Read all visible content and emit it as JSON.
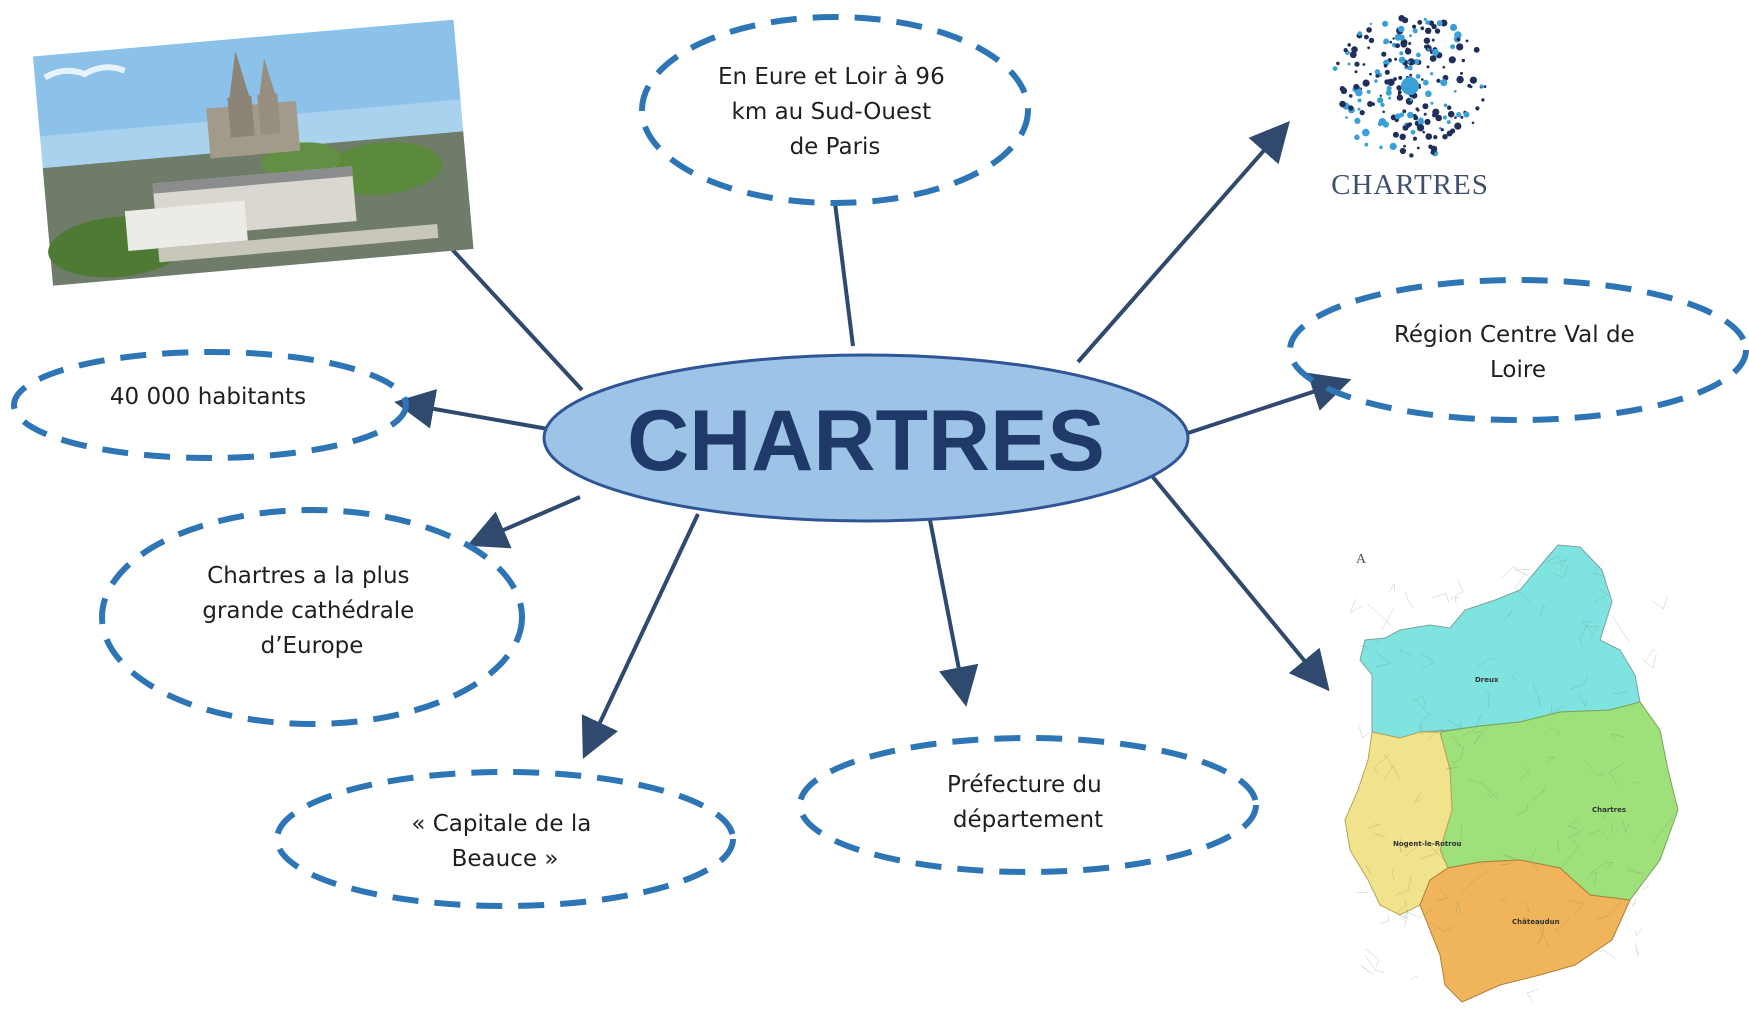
{
  "center": {
    "title": "CHARTRES"
  },
  "bubbles": [
    {
      "name": "location-bubble",
      "lines": [
        "En Eure et Loir à 96",
        "km au Sud-Ouest",
        "de Paris"
      ]
    },
    {
      "name": "region-bubble",
      "lines": [
        "Région Centre Val de",
        "Loire"
      ]
    },
    {
      "name": "population-bubble",
      "lines": [
        "40 000 habitants"
      ]
    },
    {
      "name": "cathedral-bubble",
      "lines": [
        "Chartres a la plus",
        "grande cathédrale",
        "d’Europe"
      ]
    },
    {
      "name": "capital-beauce-bubble",
      "lines": [
        "« Capitale de la",
        "Beauce »"
      ]
    },
    {
      "name": "prefecture-bubble",
      "lines": [
        "Préfecture du",
        "département"
      ]
    }
  ],
  "logo": {
    "text": "CHARTRES"
  },
  "map": {
    "labels": [
      "Dreux",
      "Chartres",
      "Nogent-le-Rotrou",
      "Châteaudun"
    ]
  },
  "colors": {
    "center_fill": "#9dc3e6",
    "center_stroke": "#2f5597",
    "bubble_dash": "#2e75b6",
    "arrow": "#2f4a6e",
    "map_north": "#7fe3e0",
    "map_east": "#9ee07a",
    "map_west": "#f1e38c",
    "map_south": "#f0b55a"
  }
}
